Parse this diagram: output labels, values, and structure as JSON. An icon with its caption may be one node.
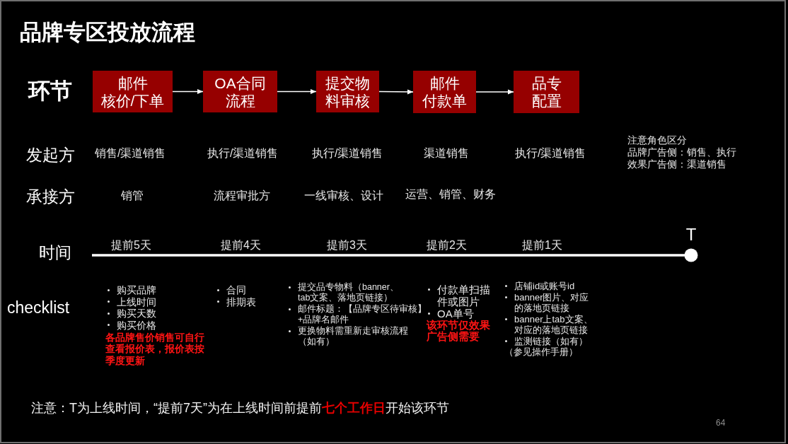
{
  "diagram": {
    "title": "品牌专区投放流程",
    "nodes": [
      {
        "text": [
          "邮件核价/下单"
        ]
      },
      {
        "text": [
          "OA合同流程"
        ]
      },
      {
        "text": [
          "提交物料审核"
        ]
      },
      {
        "text": [
          "邮件付款单"
        ]
      },
      {
        "text": [
          "品专配置"
        ]
      }
    ],
    "edges": [
      {
        "from": 0,
        "to": 1,
        "arrow": "to"
      },
      {
        "from": 1,
        "to": 2,
        "arrow": "to"
      },
      {
        "from": 2,
        "to": 3,
        "arrow": "to"
      },
      {
        "from": 3,
        "to": 4,
        "arrow": "to"
      }
    ],
    "labels": [
      "环节",
      "发起方",
      "销售/渠道销售",
      "执行/渠道销售",
      "执行/渠道销售",
      "渠道销售",
      "执行/渠道销售",
      "注意角色区分",
      "品牌广告侧：销售、执行",
      "效果广告侧：渠道销售",
      "承接方",
      "销管",
      "流程审批方",
      "一线审核、设计",
      "运营、销管、财务",
      "T",
      "时间",
      "提前5天",
      "提前4天",
      "提前3天",
      "提前2天",
      "提前1天",
      "checklist",
      "购买品牌",
      "上线时间",
      "购买天数",
      "购买价格",
      "各品牌售价销售可自行查看报价表，报价表按季度更新",
      "合同",
      "排期表",
      "提交品专物料（banner、tab文案、落地页链接）",
      "邮件标题：【品牌专区待审核】+品牌名邮件",
      "更换物料需重新走审核流程（如有）",
      "付款单扫描件或图片",
      "OA单号",
      "该环节仅效果广告侧需要",
      "店铺id或账号id",
      "banner图片、对应的落地页链接",
      "banner上tab文案、对应的落地页链接",
      "监测链接（如有）",
      "（参见操作手册）",
      "注意：T为上线时间，“提前7天”为在上线时间前提前**七个工作日**开始该环节",
      "64"
    ]
  }
}
